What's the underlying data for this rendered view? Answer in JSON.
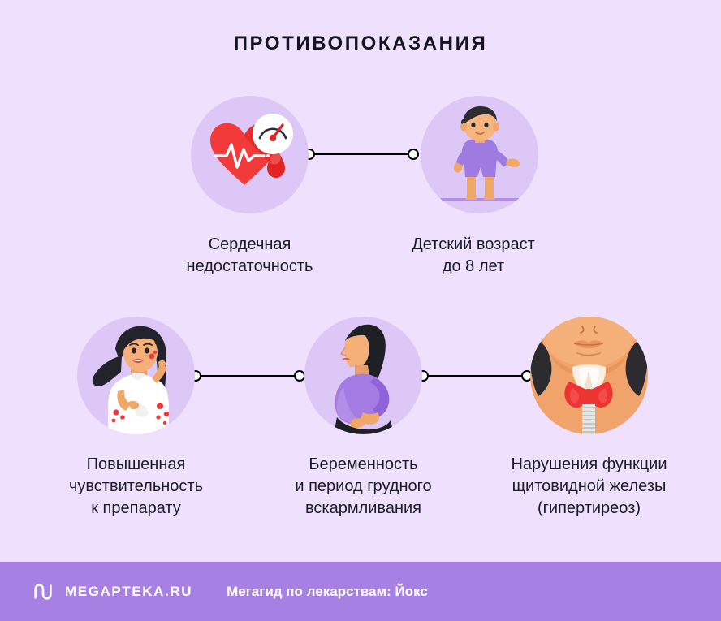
{
  "page": {
    "title": "ПРОТИВОПОКАЗАНИЯ",
    "background_color": "#efe1fd",
    "disc_color": "#dcc7f6",
    "text_color": "#1b1b26"
  },
  "items": [
    {
      "id": "heart-failure",
      "icon": "heart-pressure-icon",
      "label": "Сердечная\nнедостаточность"
    },
    {
      "id": "child-age",
      "icon": "child-icon",
      "label": "Детский возраст\nдо 8 лет"
    },
    {
      "id": "hypersensitivity",
      "icon": "allergy-woman-icon",
      "label": "Повышенная\nчувствительность\nк препарату"
    },
    {
      "id": "pregnancy",
      "icon": "pregnant-woman-icon",
      "label": "Беременность\nи период грудного\nвскармливания"
    },
    {
      "id": "thyroid",
      "icon": "thyroid-neck-icon",
      "label": "Нарушения функции\nщитовидной железы\n(гипертиреоз)"
    }
  ],
  "footer": {
    "background_color": "#a780e3",
    "logo_icon": "megapteka-m-logo",
    "brand": "MEGAPTEKA.RU",
    "tagline": "Мегагид по лекарствам: Йокс"
  }
}
